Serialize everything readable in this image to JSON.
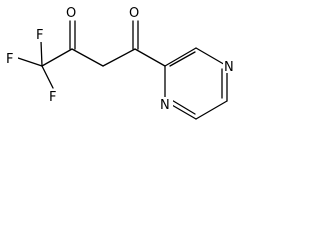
{
  "diagram": {
    "type": "chemical-structure",
    "atoms": [
      {
        "id": "F1",
        "label": "F"
      },
      {
        "id": "F2",
        "label": "F"
      },
      {
        "id": "F3",
        "label": "F"
      },
      {
        "id": "O1",
        "label": "O"
      },
      {
        "id": "O2",
        "label": "O"
      },
      {
        "id": "N1",
        "label": "N"
      },
      {
        "id": "N2",
        "label": "N"
      }
    ],
    "line_color": "#000000",
    "background_color": "#ffffff"
  }
}
